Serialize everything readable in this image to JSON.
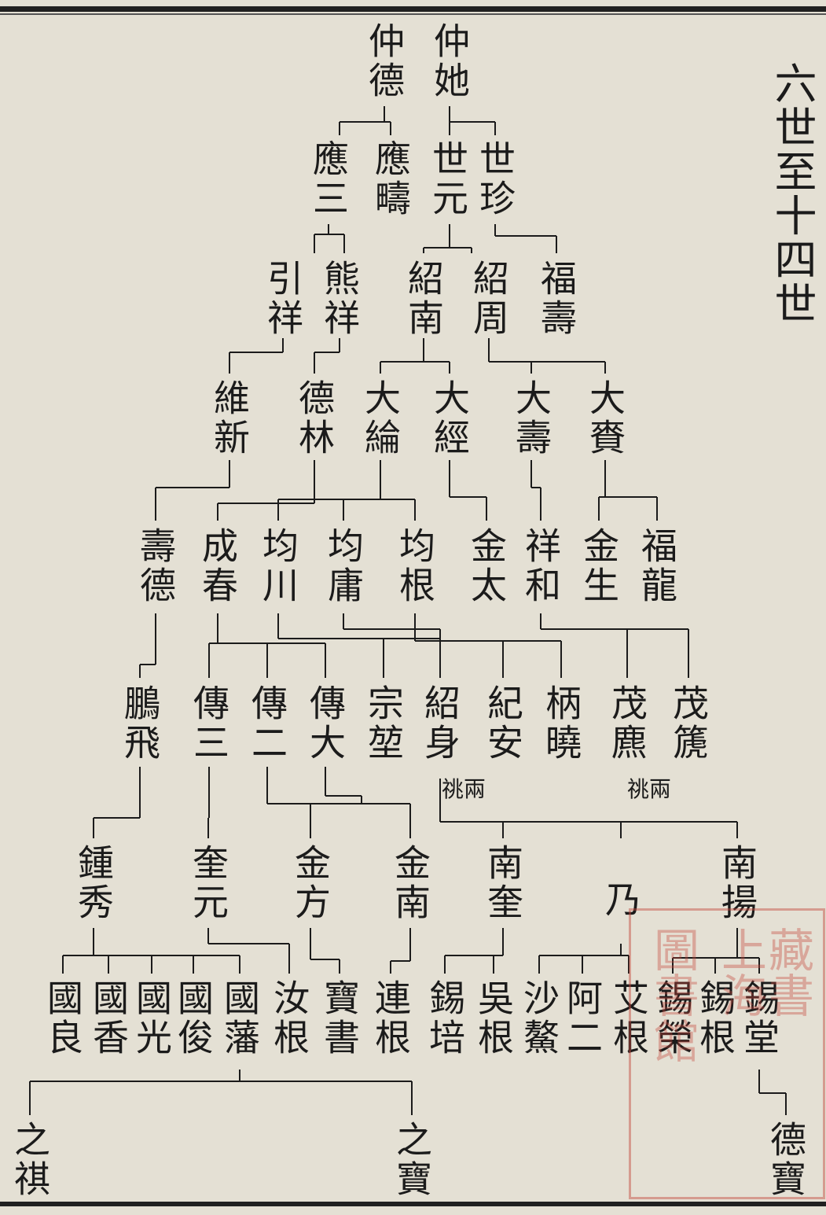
{
  "title": "六世至十四世",
  "seal_colour": "#c4463c",
  "ink_colour": "#1b1b1b",
  "names": {
    "g6": [
      "仲德",
      "仲她"
    ],
    "g7": [
      "應三",
      "應疇",
      "世元",
      "世珍"
    ],
    "g8": [
      "引祥",
      "熊祥",
      "紹南",
      "紹周",
      "福壽"
    ],
    "g9": [
      "維新",
      "德林",
      "大綸",
      "大經",
      "大壽",
      "大賚"
    ],
    "g10": [
      "壽德",
      "成春",
      "均川",
      "均庸",
      "均根",
      "金太",
      "祥和",
      "金生",
      "福龍"
    ],
    "g11": [
      "鵬飛",
      "傳三",
      "傳二",
      "傳大",
      "宗堃",
      "紹身",
      "紀安",
      "柄曉",
      "茂麃",
      "茂篪"
    ],
    "g12": [
      "鍾秀",
      "奎元",
      "金方",
      "金南",
      "南奎",
      "乃",
      "南揚"
    ],
    "g13": [
      "國良",
      "國香",
      "國光",
      "國俊",
      "國藩",
      "汝根",
      "寶書",
      "連根",
      "錫培",
      "吳根",
      "沙鰲",
      "阿二",
      "艾根",
      "錫榮",
      "錫根",
      "錫堂"
    ],
    "g14": [
      "之祺",
      "之寶",
      "德寶"
    ]
  },
  "notes": [
    "祧兩",
    "祧兩"
  ]
}
